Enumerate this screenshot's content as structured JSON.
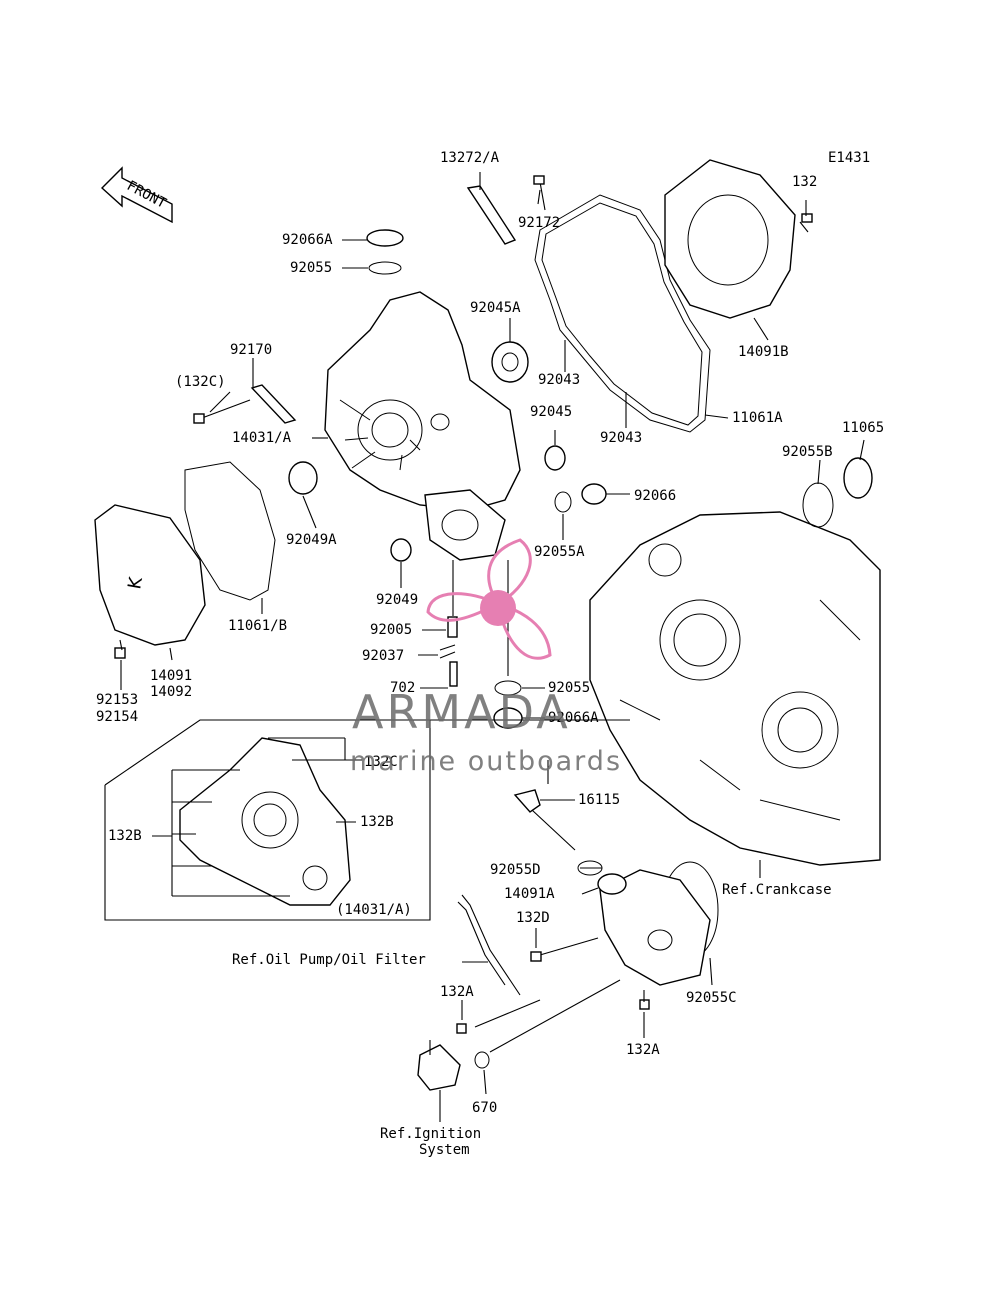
{
  "diagram_code": "E1431",
  "front_arrow_label": "FRONT",
  "parts": {
    "p13272A": "13272/A",
    "p92172": "92172",
    "p132_top": "132",
    "p92066A_top": "92066A",
    "p92055_top": "92055",
    "p92045A": "92045A",
    "p14091B": "14091B",
    "p92170": "92170",
    "p132C_paren": "(132C)",
    "p92043_a": "92043",
    "p92043_b": "92043",
    "p11061A": "11061A",
    "p14031A": "14031/A",
    "p92045": "92045",
    "p11065": "11065",
    "p92055B": "92055B",
    "p92066": "92066",
    "p92049A": "92049A",
    "p92055A": "92055A",
    "p92049": "92049",
    "p11061B": "11061/B",
    "p92005": "92005",
    "p14091": "14091",
    "p14092": "14092",
    "p92037": "92037",
    "p702": "702",
    "p92055_mid": "92055",
    "p92153": "92153",
    "p92154": "92154",
    "p92066A_mid": "92066A",
    "p132C_inset": "132C",
    "p132B_right": "132B",
    "p132B_left": "132B",
    "p14031A_paren": "(14031/A)",
    "p16115": "16115",
    "p92055D": "92055D",
    "p14091A": "14091A",
    "p132D": "132D",
    "ref_crankcase": "Ref.Crankcase",
    "ref_oil": "Ref.Oil Pump/Oil Filter",
    "p132A_left": "132A",
    "p92055C": "92055C",
    "p132A_right": "132A",
    "p670": "670",
    "ref_ignition_1": "Ref.Ignition",
    "ref_ignition_2": "System"
  },
  "watermark": {
    "brand": "ARMADA",
    "tagline": "marine outboards",
    "accent_color": "#e67fb2"
  }
}
